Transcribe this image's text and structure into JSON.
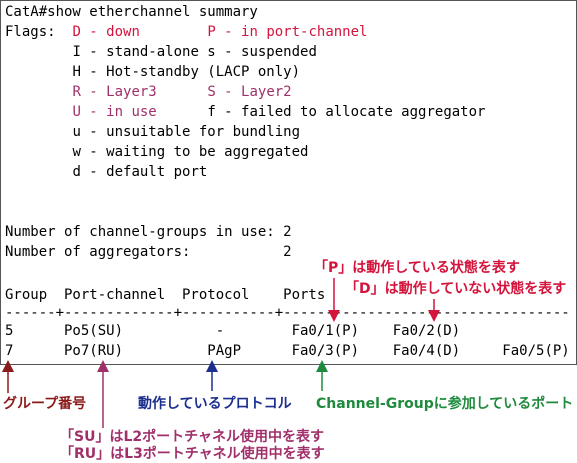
{
  "terminal": {
    "prompt_line": "CatA#show etherchannel summary",
    "flags": [
      {
        "a": "Flags:  ",
        "b": "D - down",
        "b_color": "red",
        "c": "        ",
        "d": "P - in port-channel",
        "d_color": "red"
      },
      {
        "a": "        ",
        "b": "I - stand-alone s - suspended",
        "b_color": "black"
      },
      {
        "a": "        ",
        "b": "H - Hot-standby (LACP only)",
        "b_color": "black"
      },
      {
        "a": "        ",
        "b": "R - Layer3",
        "b_color": "purple",
        "c": "      ",
        "d": "S - Layer2",
        "d_color": "purple"
      },
      {
        "a": "        ",
        "b": "U - in use",
        "b_color": "purple",
        "c": "      ",
        "d": "f - failed to allocate aggregator",
        "d_color": "black"
      },
      {
        "a": "        ",
        "b": "u - unsuitable for bundling",
        "b_color": "black"
      },
      {
        "a": "        ",
        "b": "w - waiting to be aggregated",
        "b_color": "black"
      },
      {
        "a": "        ",
        "b": "d - default port",
        "b_color": "black"
      }
    ],
    "groups_in_use": "Number of channel-groups in use: 2",
    "aggregators": "Number of aggregators:           2",
    "header": "Group  Port-channel  Protocol    Ports",
    "separator": "------+-------------+-----------+-----------------------------------------------",
    "rows": [
      "5      Po5(SU)           -        Fa0/1(P)    Fa0/2(D)",
      "7      Po7(RU)          PAgP      Fa0/3(P)    Fa0/4(D)     Fa0/5(P)"
    ]
  },
  "annotations": {
    "p_note": "「P」は動作している状態を表す",
    "d_note": "「D」は動作していない状態を表す",
    "group_note": "グループ番号",
    "protocol_note": "動作しているプロトコル",
    "ports_note": "Channel-Groupに参加しているポート",
    "su_note": "「SU」はL2ポートチャネル使用中を表す",
    "ru_note": "「RU」はL3ポートチャネル使用中を表す"
  },
  "colors": {
    "red": "#d4143c",
    "purple": "#a0306a",
    "dark_red": "#8b1a1a",
    "blue": "#1c2f8f",
    "green": "#1e8a3c",
    "border": "#555555"
  }
}
